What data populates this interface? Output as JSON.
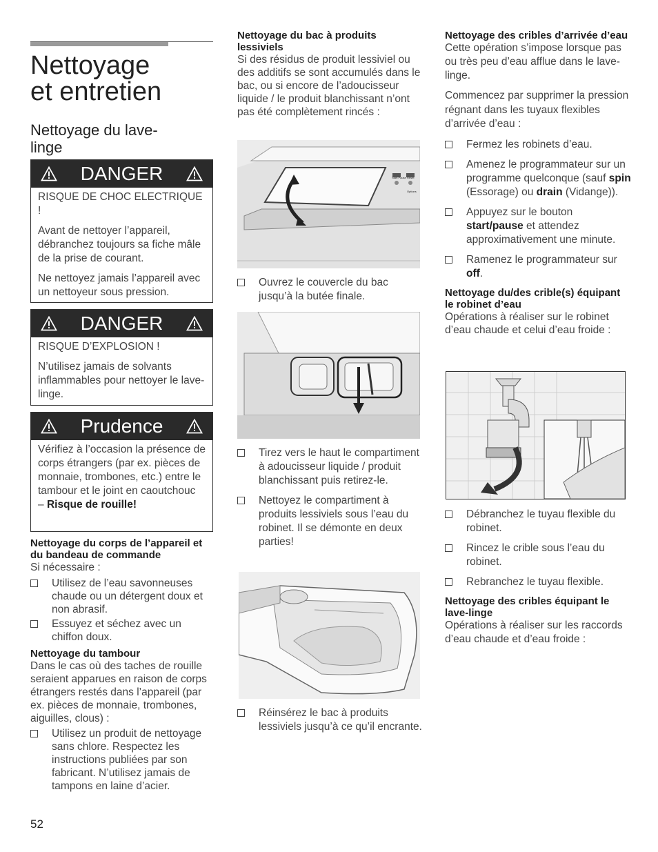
{
  "title": "Nettoyage et entretien",
  "title_line1": "Nettoyage",
  "title_line2": "et entretien",
  "section_title": "Nettoyage du lave-linge",
  "section_line1": "Nettoyage du lave-",
  "section_line2": "linge",
  "warnings": [
    {
      "label": "DANGER",
      "paragraphs": [
        "RISQUE DE CHOC ELECTRIQUE !",
        "Avant de nettoyer l’appareil, débranchez toujours sa fiche mâle de la prise de courant.",
        "Ne nettoyez jamais l’appareil avec un nettoyeur sous pression."
      ]
    },
    {
      "label": "DANGER",
      "paragraphs": [
        "RISQUE D’EXPLOSION !",
        "N’utilisez jamais de solvants inflammables pour nettoyer le lave-linge."
      ]
    },
    {
      "label": "Prudence",
      "text": "Vérifiez à l’occasion la présence de corps étrangers (par ex. pièces de monnaie, trombones, etc.) entre le tambour et le joint en caoutchouc",
      "dash": "– ",
      "bold": "Risque de rouille!"
    }
  ],
  "col1": {
    "s1_title": "Nettoyage du corps de l’appareil et du bandeau de commande",
    "s1_intro": "Si nécessaire :",
    "s1_items": [
      "Utilisez de l’eau savonneuses chaude ou un détergent doux et non abrasif.",
      "Essuyez et séchez avec un chiffon doux."
    ],
    "s2_title": "Nettoyage du tambour",
    "s2_intro": "Dans le cas où des taches de rouille seraient apparues en raison de corps étrangers restés dans l’appareil (par ex. pièces de monnaie, trombones, aiguilles, clous) :",
    "s2_items": [
      "Utilisez un produit de nettoyage sans chlore. Respectez les instructions publiées par son fabricant. N’utilisez jamais de tampons en laine d’acier."
    ]
  },
  "col2": {
    "title": "Nettoyage du bac à produits lessiviels",
    "intro": "Si des résidus de produit lessiviel ou des additifs se sont accumulés dans le bac, ou si encore de l’adoucisseur liquide / le produit blanchissant n’ont pas été complètement rincés :",
    "fig1_labels": [
      "Start Pause",
      "Reset",
      "Options"
    ],
    "item1": "Ouvrez le couvercle du bac jusqu’à la butée finale.",
    "item2": "Tirez vers le haut le compartiment à adoucisseur liquide / produit blanchissant puis retirez-le.",
    "item3": "Nettoyez le compartiment à produits lessiviels sous l’eau du robinet. Il se démonte en deux parties!",
    "item4": "Réinsérez le bac à produits lessiviels jusqu’à ce qu’il encrante."
  },
  "col3": {
    "s1_title": "Nettoyage des cribles d’arrivée d’eau",
    "s1_intro": "Cette opération s’impose lorsque pas ou très peu d’eau afflue dans le lave-linge.",
    "s1_intro2": "Commencez par supprimer la pression régnant dans les tuyaux flexibles d’arrivée d’eau :",
    "i1": "Fermez les robinets d’eau.",
    "i2_a": "Amenez le programmateur sur un programme quelconque (sauf ",
    "i2_b": "spin",
    "i2_c": " (Essorage) ou ",
    "i2_d": "drain",
    "i2_e": " (Vidange)).",
    "i3_a": "Appuyez sur le bouton ",
    "i3_b": "start/pause",
    "i3_c": " et attendez approximativement une minute.",
    "i4_a": "Ramenez le programmateur sur ",
    "i4_b": "off",
    "i4_c": ".",
    "s2_title": "Nettoyage du/des crible(s) équipant le robinet d’eau",
    "s2_intro": "Opérations à réaliser sur le robinet d’eau chaude et celui d’eau froide :",
    "s2_items": [
      "Débranchez le tuyau flexible du robinet.",
      "Rincez le crible sous l’eau du robinet.",
      "Rebranchez le tuyau flexible."
    ],
    "s3_title": "Nettoyage des cribles équipant le lave-linge",
    "s3_intro": "Opérations à réaliser sur les raccords d’eau chaude et d’eau froide :"
  },
  "page_number": "52"
}
